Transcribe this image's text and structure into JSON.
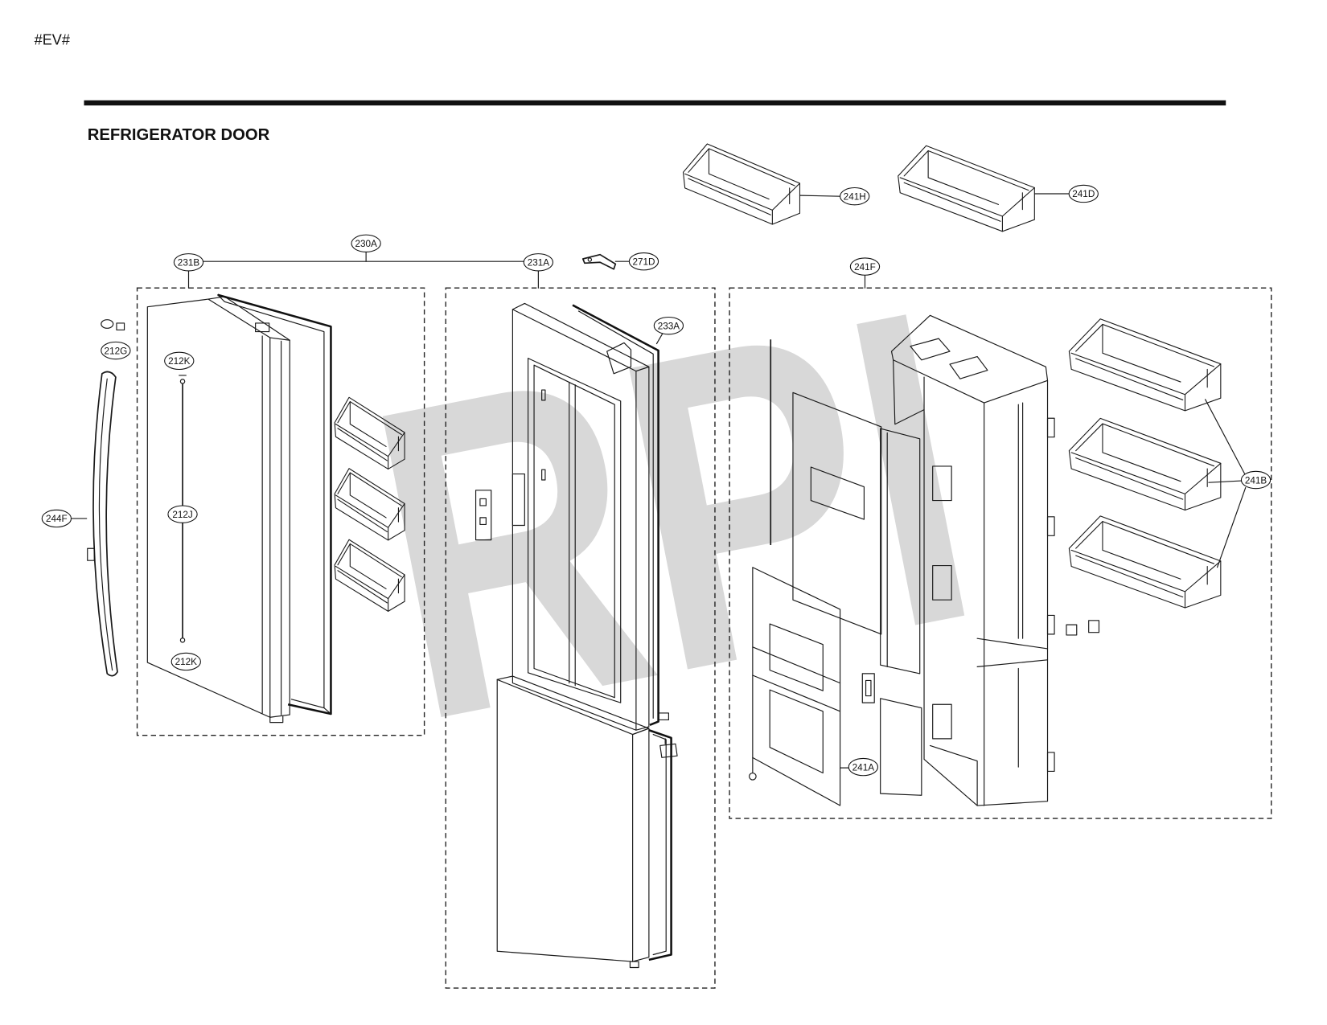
{
  "page": {
    "code": "#EV#",
    "title": "REFRIGERATOR DOOR"
  },
  "watermark": "RPI",
  "callouts": [
    "241H",
    "241D",
    "230A",
    "231B",
    "231A",
    "271D",
    "241F",
    "233A",
    "212G",
    "212K",
    "212J",
    "212K",
    "244F",
    "241B",
    "241A"
  ],
  "colors": {
    "line": "#1a1a1a",
    "watermark": "#d8d8d8",
    "background": "#ffffff"
  }
}
